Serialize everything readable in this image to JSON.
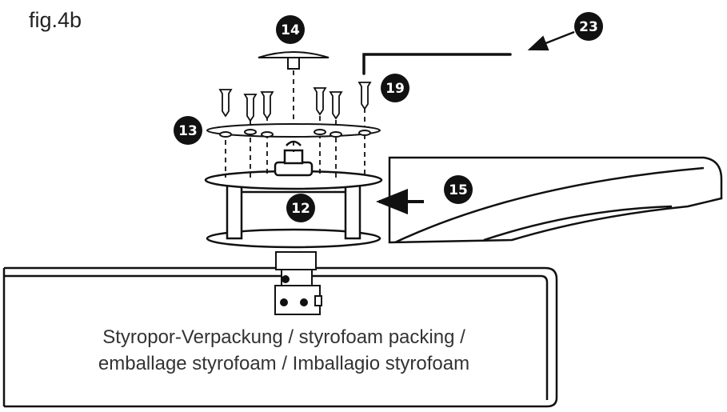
{
  "figure": {
    "label": "fig.4b"
  },
  "parts": [
    {
      "id": "12"
    },
    {
      "id": "13"
    },
    {
      "id": "14"
    },
    {
      "id": "15"
    },
    {
      "id": "19"
    },
    {
      "id": "23"
    }
  ],
  "caption": {
    "line1": "Styropor-Verpackung / styrofoam packing /",
    "line2": "emballage styrofoam / Imballagio styrofoam"
  }
}
